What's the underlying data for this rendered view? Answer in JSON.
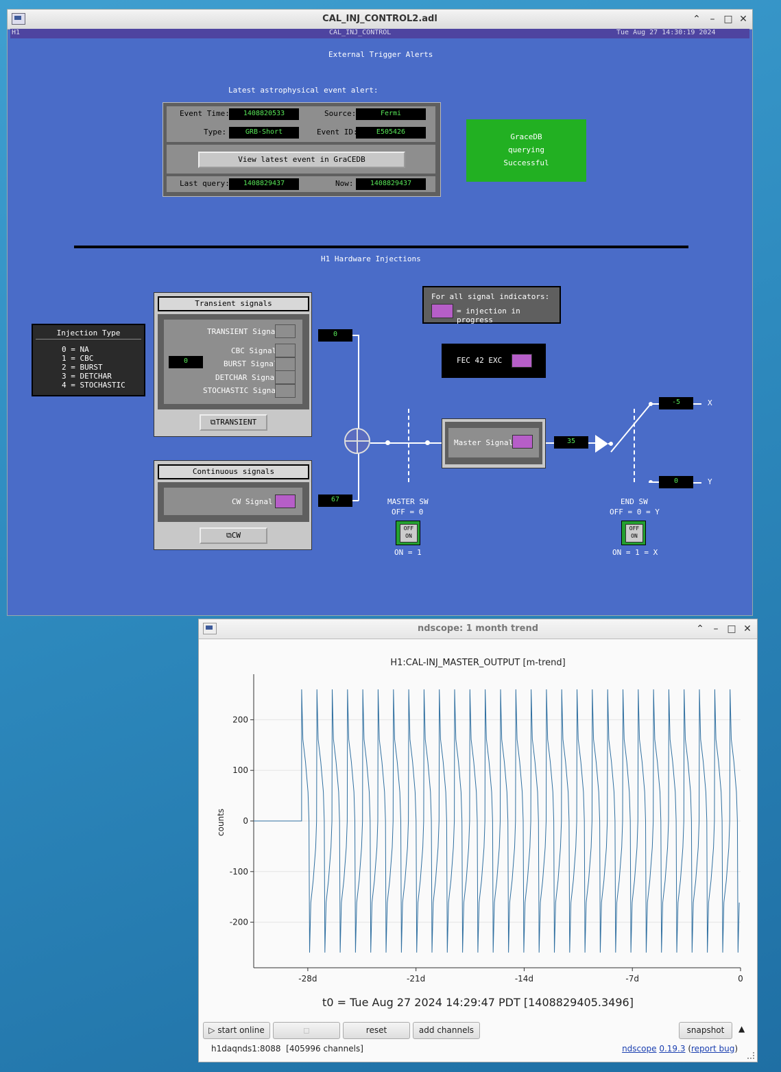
{
  "medm": {
    "title": "CAL_INJ_CONTROL2.adl",
    "status_left": "H1",
    "status_center": "CAL_INJ_CONTROL",
    "status_right": "Tue Aug 27 14:30:19 2024",
    "heading": "External Trigger Alerts",
    "alert_label": "Latest astrophysical event alert:",
    "event_time_label": "Event Time:",
    "event_time": "1408820533",
    "source_label": "Source:",
    "source": "Fermi",
    "type_label": "Type:",
    "type": "GRB-Short",
    "event_id_label": "Event ID:",
    "event_id": "E505426",
    "view_button": "View latest event in GraCEDB",
    "last_query_label": "Last query:",
    "last_query": "1408829437",
    "now_label": "Now:",
    "now": "1408829437",
    "gracedb_line1": "GraceDB",
    "gracedb_line2": "querying",
    "gracedb_line3": "Successful",
    "injections_heading": "H1 Hardware Injections",
    "legend_title": "For all signal indicators:",
    "legend_text": "= injection in progress",
    "injection_type_title": "Injection Type",
    "injection_types": [
      "0 = NA",
      "1 = CBC",
      "2 = BURST",
      "3 = DETCHAR",
      "4 = STOCHASTIC"
    ],
    "transient_title": "Transient signals",
    "transient_signal": "TRANSIENT Signal",
    "cbc_signal": "CBC Signal",
    "burst_signal": "BURST Signal",
    "detchar_signal": "DETCHAR Signal",
    "stochastic_signal": "STOCHASTIC Signal",
    "injection_type_value": "0",
    "transient_button": "TRANSIENT",
    "transient_value": "0",
    "continuous_title": "Continuous signals",
    "cw_signal": "CW Signal",
    "cw_button": "CW",
    "cw_value": "67",
    "fec_label": "FEC 42 EXC",
    "master_signal": "Master Signal",
    "master_value": "35",
    "x_value": "-5",
    "x_label": "X",
    "y_value": "0",
    "y_label": "Y",
    "master_sw": "MASTER SW",
    "master_sw_off": "OFF = 0",
    "master_sw_on": "ON = 1",
    "end_sw": "END SW",
    "end_sw_off": "OFF = 0 = Y",
    "end_sw_on": "ON = 1 = X",
    "switch_off": "OFF",
    "switch_on": "ON",
    "colors": {
      "background": "#4a6cc8",
      "gracedb_ok": "#22b022",
      "indicator_active": "#b65ec8",
      "readback_text": "#58e858"
    }
  },
  "ndscope": {
    "title": "ndscope: 1 month trend",
    "plot_title": "H1:CAL-INJ_MASTER_OUTPUT [m-trend]",
    "t0": "t0 = Tue Aug 27 2024 14:29:47 PDT [1408829405.3496]",
    "buttons": {
      "start_online": "start online",
      "reset": "reset",
      "add_channels": "add channels",
      "snapshot": "snapshot"
    },
    "server": "h1daqnds1:8088",
    "channels": "[405996 channels]",
    "app_link": "ndscope",
    "version": "0.19.3",
    "bug_link": "report bug",
    "chart_data": {
      "type": "line",
      "title": "H1:CAL-INJ_MASTER_OUTPUT [m-trend]",
      "xlabel": "",
      "ylabel": "counts",
      "x_ticks": [
        "-28d",
        "-21d",
        "-14d",
        "-7d",
        "0"
      ],
      "y_ticks": [
        200,
        100,
        0,
        -100,
        -200
      ],
      "xlim": [
        -31.5,
        0
      ],
      "ylim": [
        -290,
        290
      ],
      "series": [
        {
          "name": "H1:CAL-INJ_MASTER_OUTPUT",
          "color": "#2f6fa0",
          "signal_start_days": -28.4,
          "period_days": 0.99,
          "max": 260,
          "min": -260
        }
      ]
    }
  }
}
